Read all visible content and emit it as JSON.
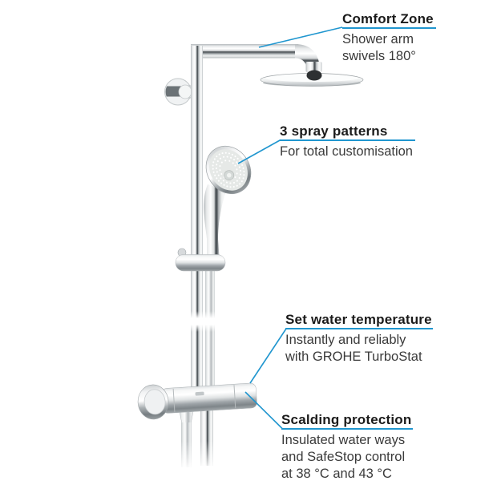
{
  "accent_color": "#2096cf",
  "callouts": [
    {
      "title": "Comfort Zone",
      "description": "Shower arm\nswivels 180°"
    },
    {
      "title": "3 spray patterns",
      "description": "For total customisation"
    },
    {
      "title": "Set water temperature",
      "description": "Instantly and reliably\nwith GROHE TurboStat"
    },
    {
      "title": "Scalding protection",
      "description": "Insulated water ways\nand SafeStop control\nat 38 °C and 43 °C"
    }
  ]
}
